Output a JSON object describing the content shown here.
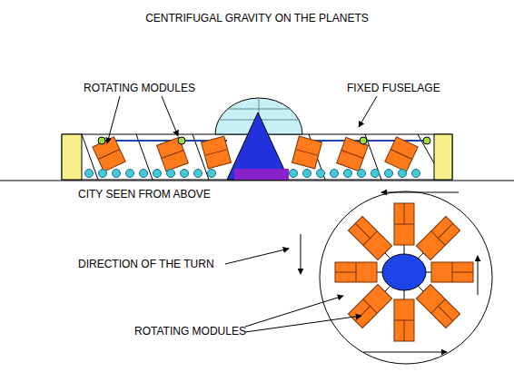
{
  "diagram": {
    "title": "CENTRIFUGAL GRAVITY ON THE PLANETS",
    "labels": [
      "ROTATING MODULES",
      "FIXED FUSELAGE",
      "CITY SEEN FROM ABOVE",
      "DIRECTION OF THE TURN",
      "ROTATING MODULES"
    ]
  }
}
